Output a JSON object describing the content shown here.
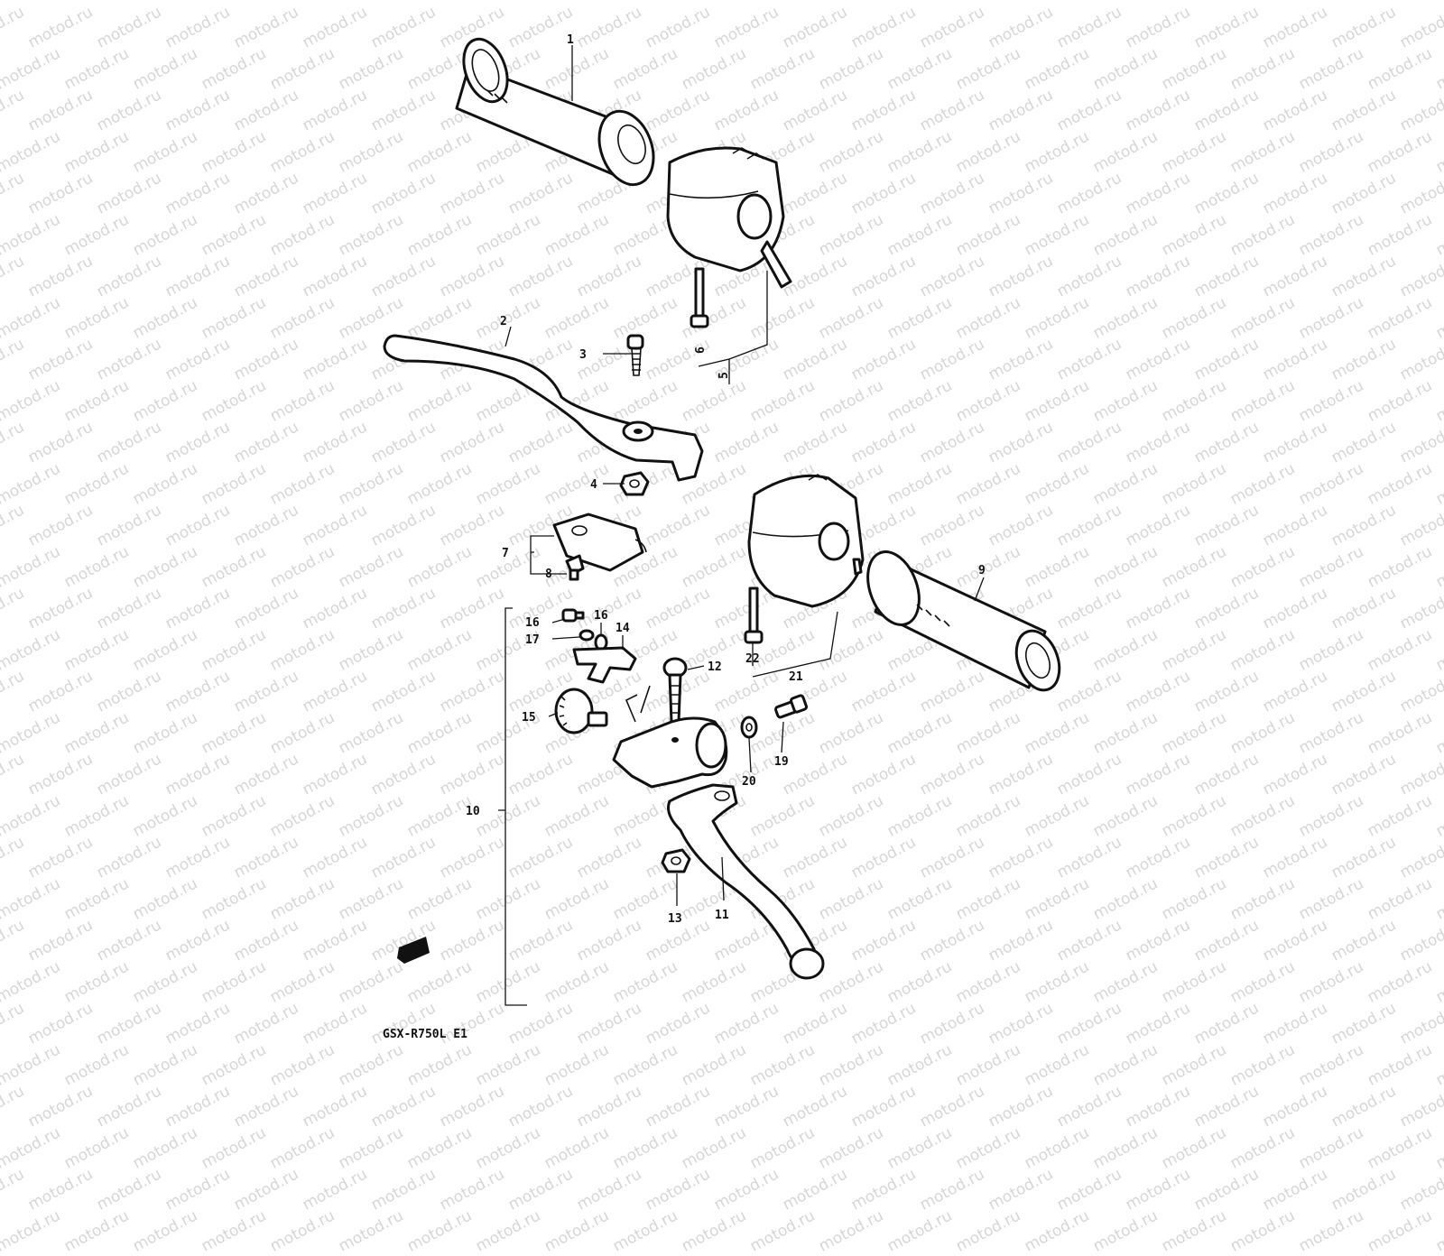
{
  "watermark": "motod.ru",
  "diagram": {
    "caption": "GSX-R750L E1",
    "callouts": {
      "c1": "1",
      "c2": "2",
      "c3": "3",
      "c4": "4",
      "c5": "5",
      "c6": "6",
      "c7": "7",
      "c8": "8",
      "c9": "9",
      "c10": "10",
      "c11": "11",
      "c12": "12",
      "c13": "13",
      "c14": "14",
      "c15": "15",
      "c16a": "16",
      "c16b": "16",
      "c17": "17",
      "c19": "19",
      "c20": "20",
      "c21": "21",
      "c22": "22"
    }
  }
}
